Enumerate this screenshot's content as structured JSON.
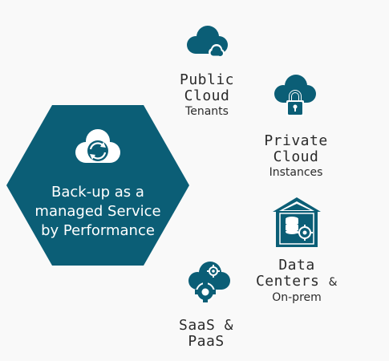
{
  "center": {
    "lines": [
      "Back-up as a",
      "managed Service",
      "by Performance"
    ],
    "icon": "cloud-sync-icon"
  },
  "nodes": [
    {
      "id": "public-cloud",
      "icon": "cloud-icon",
      "line1": "Public",
      "line2": "Cloud",
      "line3": "Tenants"
    },
    {
      "id": "private-cloud",
      "icon": "cloud-lock-icon",
      "line1": "Private",
      "line2": "Cloud",
      "line3": "Instances"
    },
    {
      "id": "data-centers",
      "icon": "datacenter-gear-icon",
      "line1": "Data",
      "line2": "Centers",
      "line2_suffix": "&",
      "line3": "On-prem"
    },
    {
      "id": "saas-paas",
      "icon": "cloud-gears-icon",
      "line1": "SaaS &",
      "line2": "PaaS"
    }
  ],
  "colors": {
    "primary": "#0b5e76",
    "background": "#f9f9f9",
    "text": "#2b2b2b"
  }
}
